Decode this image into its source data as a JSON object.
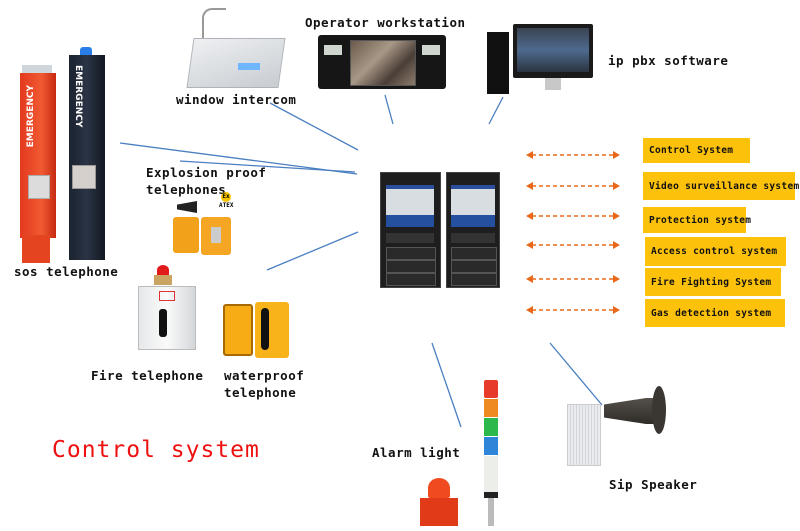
{
  "title": "Control system",
  "labels": {
    "operator_workstation": "Operator workstation",
    "ip_pbx_software": "ip pbx software",
    "window_intercom": "window intercom",
    "explosion_proof": "Explosion proof\ntelephones",
    "explosion_proof_line1": "Explosion proof",
    "explosion_proof_line2": "telephones",
    "sos_telephone": "sos telephone",
    "fire_telephone": "Fire telephone",
    "waterproof_line1": "waterproof",
    "waterproof_line2": "telephone",
    "alarm_light": "Alarm light",
    "sip_speaker": "Sip Speaker"
  },
  "pillars": {
    "text": "EMERGENCY"
  },
  "atex": {
    "symbol": "Ex",
    "text": "ATEX"
  },
  "systems": [
    {
      "label": "Control System"
    },
    {
      "label": "Video surveillance system"
    },
    {
      "label": "Protection system"
    },
    {
      "label": "Access control system"
    },
    {
      "label": "Fire Fighting System"
    },
    {
      "label": "Gas detection system"
    }
  ],
  "colors": {
    "system_box": "#fcc10a",
    "arrow": "#e8681a",
    "connector": "#4a7fc1",
    "title": "#ee1111"
  }
}
